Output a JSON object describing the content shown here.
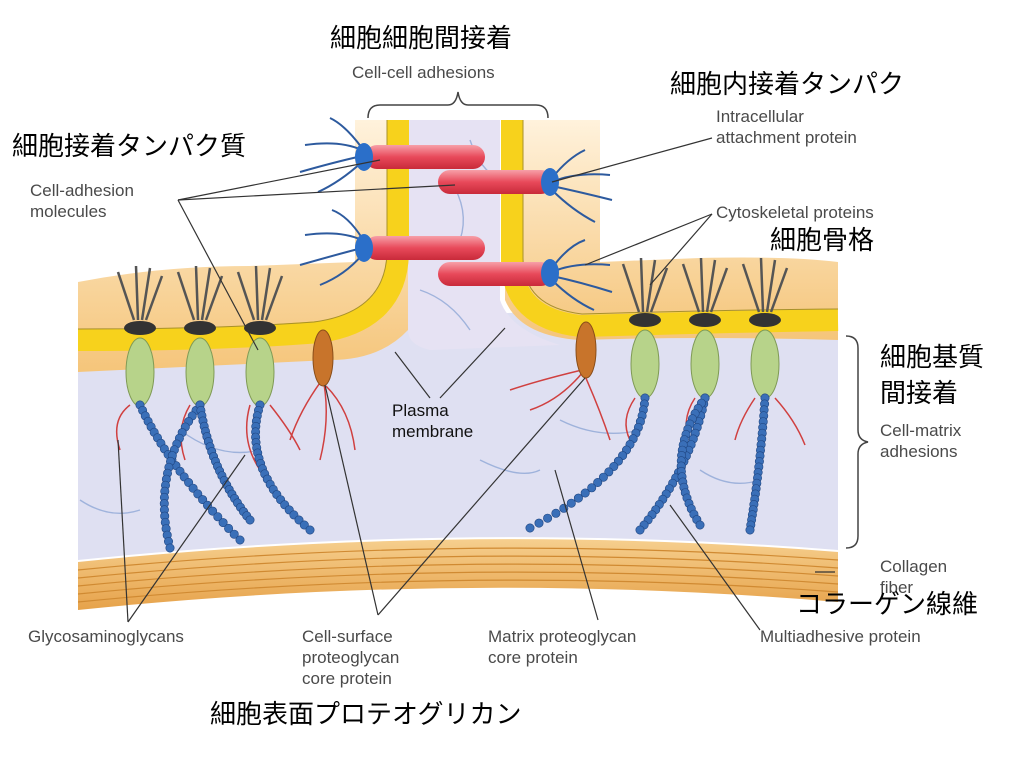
{
  "labels": {
    "cell_cell_jp": "細胞細胞間接着",
    "cell_cell_en": "Cell-cell adhesions",
    "intracellular_jp": "細胞内接着タンパク",
    "intracellular_en_1": "Intracellular",
    "intracellular_en_2": "attachment protein",
    "adhesion_jp": "細胞接着タンパク質",
    "adhesion_en_1": "Cell-adhesion",
    "adhesion_en_2": "molecules",
    "cytoskeletal_en": "Cytoskeletal proteins",
    "cytoskeletal_jp": "細胞骨格",
    "cell_matrix_jp_1": "細胞基質",
    "cell_matrix_jp_2": "間接着",
    "cell_matrix_en_1": "Cell-matrix",
    "cell_matrix_en_2": "adhesions",
    "plasma_1": "Plasma",
    "plasma_2": "membrane",
    "collagen_en_1": "Collagen",
    "collagen_en_2": "fiber",
    "collagen_jp": "コラーゲン線維",
    "glycos_en": "Glycosaminoglycans",
    "cell_surface_en_1": "Cell-surface",
    "cell_surface_en_2": "proteoglycan",
    "cell_surface_en_3": "core protein",
    "matrix_core_en_1": "Matrix proteoglycan",
    "matrix_core_en_2": "core protein",
    "multiadhesive_en": "Multiadhesive protein",
    "cell_surface_jp": "細胞表面プロテオグリカン"
  },
  "colors": {
    "membrane": "#f7d21c",
    "cytoplasm": "#f5c57a",
    "matrix": "#dcdcf0",
    "collagen": "#eeb766",
    "adhesion_rod": "#e8495a",
    "receptor_cap": "#2b6fc9",
    "integrin": "#b7d38a",
    "glycan_bead": "#3a6fb8",
    "core_protein": "#c8742b"
  }
}
